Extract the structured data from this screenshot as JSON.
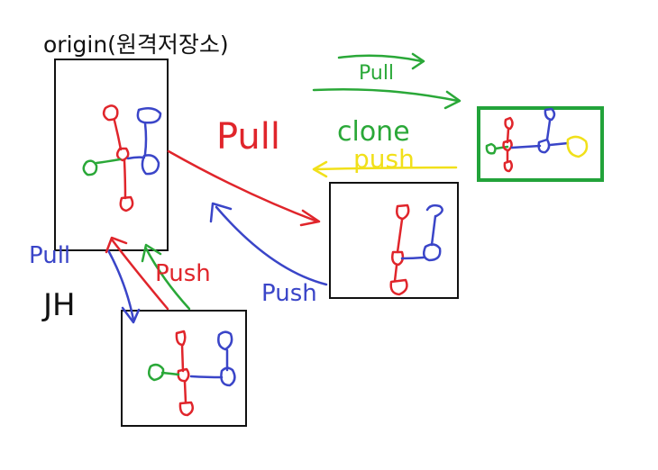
{
  "labels": {
    "origin": "origin(원격저장소)",
    "pull_top": "Pull",
    "pull_center": "Pull",
    "clone": "clone",
    "push_yellow": "push",
    "pull_left": "Pull",
    "push_green": "Push",
    "jh": "JH",
    "push_blue": "Push"
  },
  "colors": {
    "red": "#e0252b",
    "blue": "#3a45c8",
    "green": "#2aa838",
    "yellow": "#f1e01a",
    "black": "#111111",
    "box_green": "#22a33a"
  }
}
